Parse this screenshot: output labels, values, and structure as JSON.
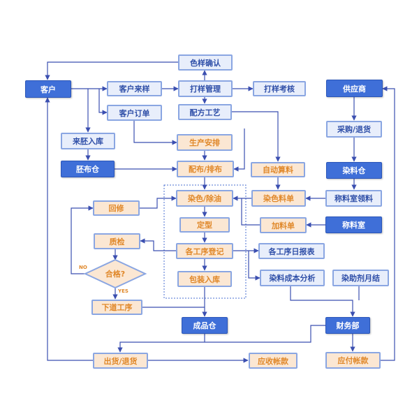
{
  "colors": {
    "blue_solid": "#3f6fd8",
    "blue_light_fill": "#e8eefb",
    "blue_text": "#2f4fa8",
    "orange_fill": "#fbe7d3",
    "orange_text": "#e0882a",
    "line": "#3b4fb0",
    "dashed_border": "#4a6fd0"
  },
  "nodes": {
    "seyang_queren": "色样确认",
    "kehu": "客户",
    "kehu_laiyang": "客户来样",
    "dayang_guanli": "打样管理",
    "dayang_kaohe": "打样考核",
    "gongyingshang": "供应商",
    "kehu_dingdan": "客户订单",
    "peifang_gongyi": "配方工艺",
    "caigou_tuihuo": "采购/退货",
    "laipi_ruku": "来胚入库",
    "shengchan_anpai": "生产安排",
    "pibucang": "胚布仓",
    "peibu_paibu": "配布/排布",
    "zidong_suanliao": "自动算料",
    "ranliaocang": "染料仓",
    "huixiu": "回修",
    "ranse_chuyou": "染色/除油",
    "ranse_liaodan": "染色料单",
    "chengliaoshi_lingliao": "称料室领料",
    "dingxing": "定型",
    "jialiaodan": "加料单",
    "chengliaoshi": "称料室",
    "zhijian": "质检",
    "gegongxu_dengji": "各工序登记",
    "gegongxu_ribaobiao": "各工序日报表",
    "hege": "合格?",
    "baozhuang_ruku": "包装入库",
    "ranliao_chengben": "染料成本分析",
    "ranzhuji_yuejie": "染助剂月结",
    "xiadao_gongxu": "下道工序",
    "chengpincang": "成品仓",
    "caiwubu": "财务部",
    "chuhuo_tuihuo": "出货/退货",
    "yingshou_zhangkuan": "应收帐款",
    "yingfu_zhangkuan": "应付帐款"
  },
  "labels": {
    "no": "NO",
    "yes": "YES"
  },
  "edges": [
    [
      "kehu",
      "kehu_laiyang"
    ],
    [
      "kehu_laiyang",
      "dayang_guanli"
    ],
    [
      "dayang_guanli",
      "seyang_queren"
    ],
    [
      "seyang_queren",
      "kehu"
    ],
    [
      "dayang_guanli",
      "dayang_kaohe"
    ],
    [
      "dayang_guanli",
      "peifang_gongyi"
    ],
    [
      "kehu",
      "kehu_dingdan"
    ],
    [
      "kehu",
      "laipi_ruku"
    ],
    [
      "kehu_dingdan",
      "shengchan_anpai"
    ],
    [
      "peifang_gongyi",
      "zidong_suanliao"
    ],
    [
      "laipi_ruku",
      "pibucang"
    ],
    [
      "pibucang",
      "peibu_paibu"
    ],
    [
      "shengchan_anpai",
      "peibu_paibu"
    ],
    [
      "zidong_suanliao",
      "peibu_paibu"
    ],
    [
      "peibu_paibu",
      "ranse_chuyou"
    ],
    [
      "zidong_suanliao",
      "ranse_liaodan"
    ],
    [
      "ranse_liaodan",
      "ranse_chuyou"
    ],
    [
      "jialiaodan",
      "ranse_chuyou"
    ],
    [
      "ranse_chuyou",
      "dingxing"
    ],
    [
      "dingxing",
      "gegongxu_dengji"
    ],
    [
      "gegongxu_dengji",
      "baozhuang_ruku"
    ],
    [
      "gegongxu_dengji",
      "gegongxu_ribaobiao"
    ],
    [
      "gegongxu_dengji",
      "ranliao_chengben"
    ],
    [
      "baozhuang_ruku",
      "chengpincang"
    ],
    [
      "gegongxu_dengji",
      "zhijian"
    ],
    [
      "zhijian",
      "hege"
    ],
    [
      "hege",
      "huixiu"
    ],
    [
      "huixiu",
      "ranse_chuyou"
    ],
    [
      "hege",
      "xiadao_gongxu"
    ],
    [
      "xiadao_gongxu",
      "chengpincang"
    ],
    [
      "gongyingshang",
      "caigou_tuihuo"
    ],
    [
      "caigou_tuihuo",
      "ranliaocang"
    ],
    [
      "ranliaocang",
      "chengliaoshi_lingliao"
    ],
    [
      "chengliaoshi_lingliao",
      "ranse_liaodan"
    ],
    [
      "chengliaoshi",
      "jialiaodan"
    ],
    [
      "ranliao_chengben",
      "caiwubu"
    ],
    [
      "ranzhuji_yuejie",
      "caiwubu"
    ],
    [
      "caiwubu",
      "yingfu_zhangkuan"
    ],
    [
      "caiwubu",
      "chuhuo_tuihuo"
    ],
    [
      "chengpincang",
      "chuhuo_tuihuo"
    ],
    [
      "chuhuo_tuihuo",
      "kehu"
    ],
    [
      "chuhuo_tuihuo",
      "yingshou_zhangkuan"
    ],
    [
      "yingfu_zhangkuan",
      "gongyingshang"
    ]
  ]
}
